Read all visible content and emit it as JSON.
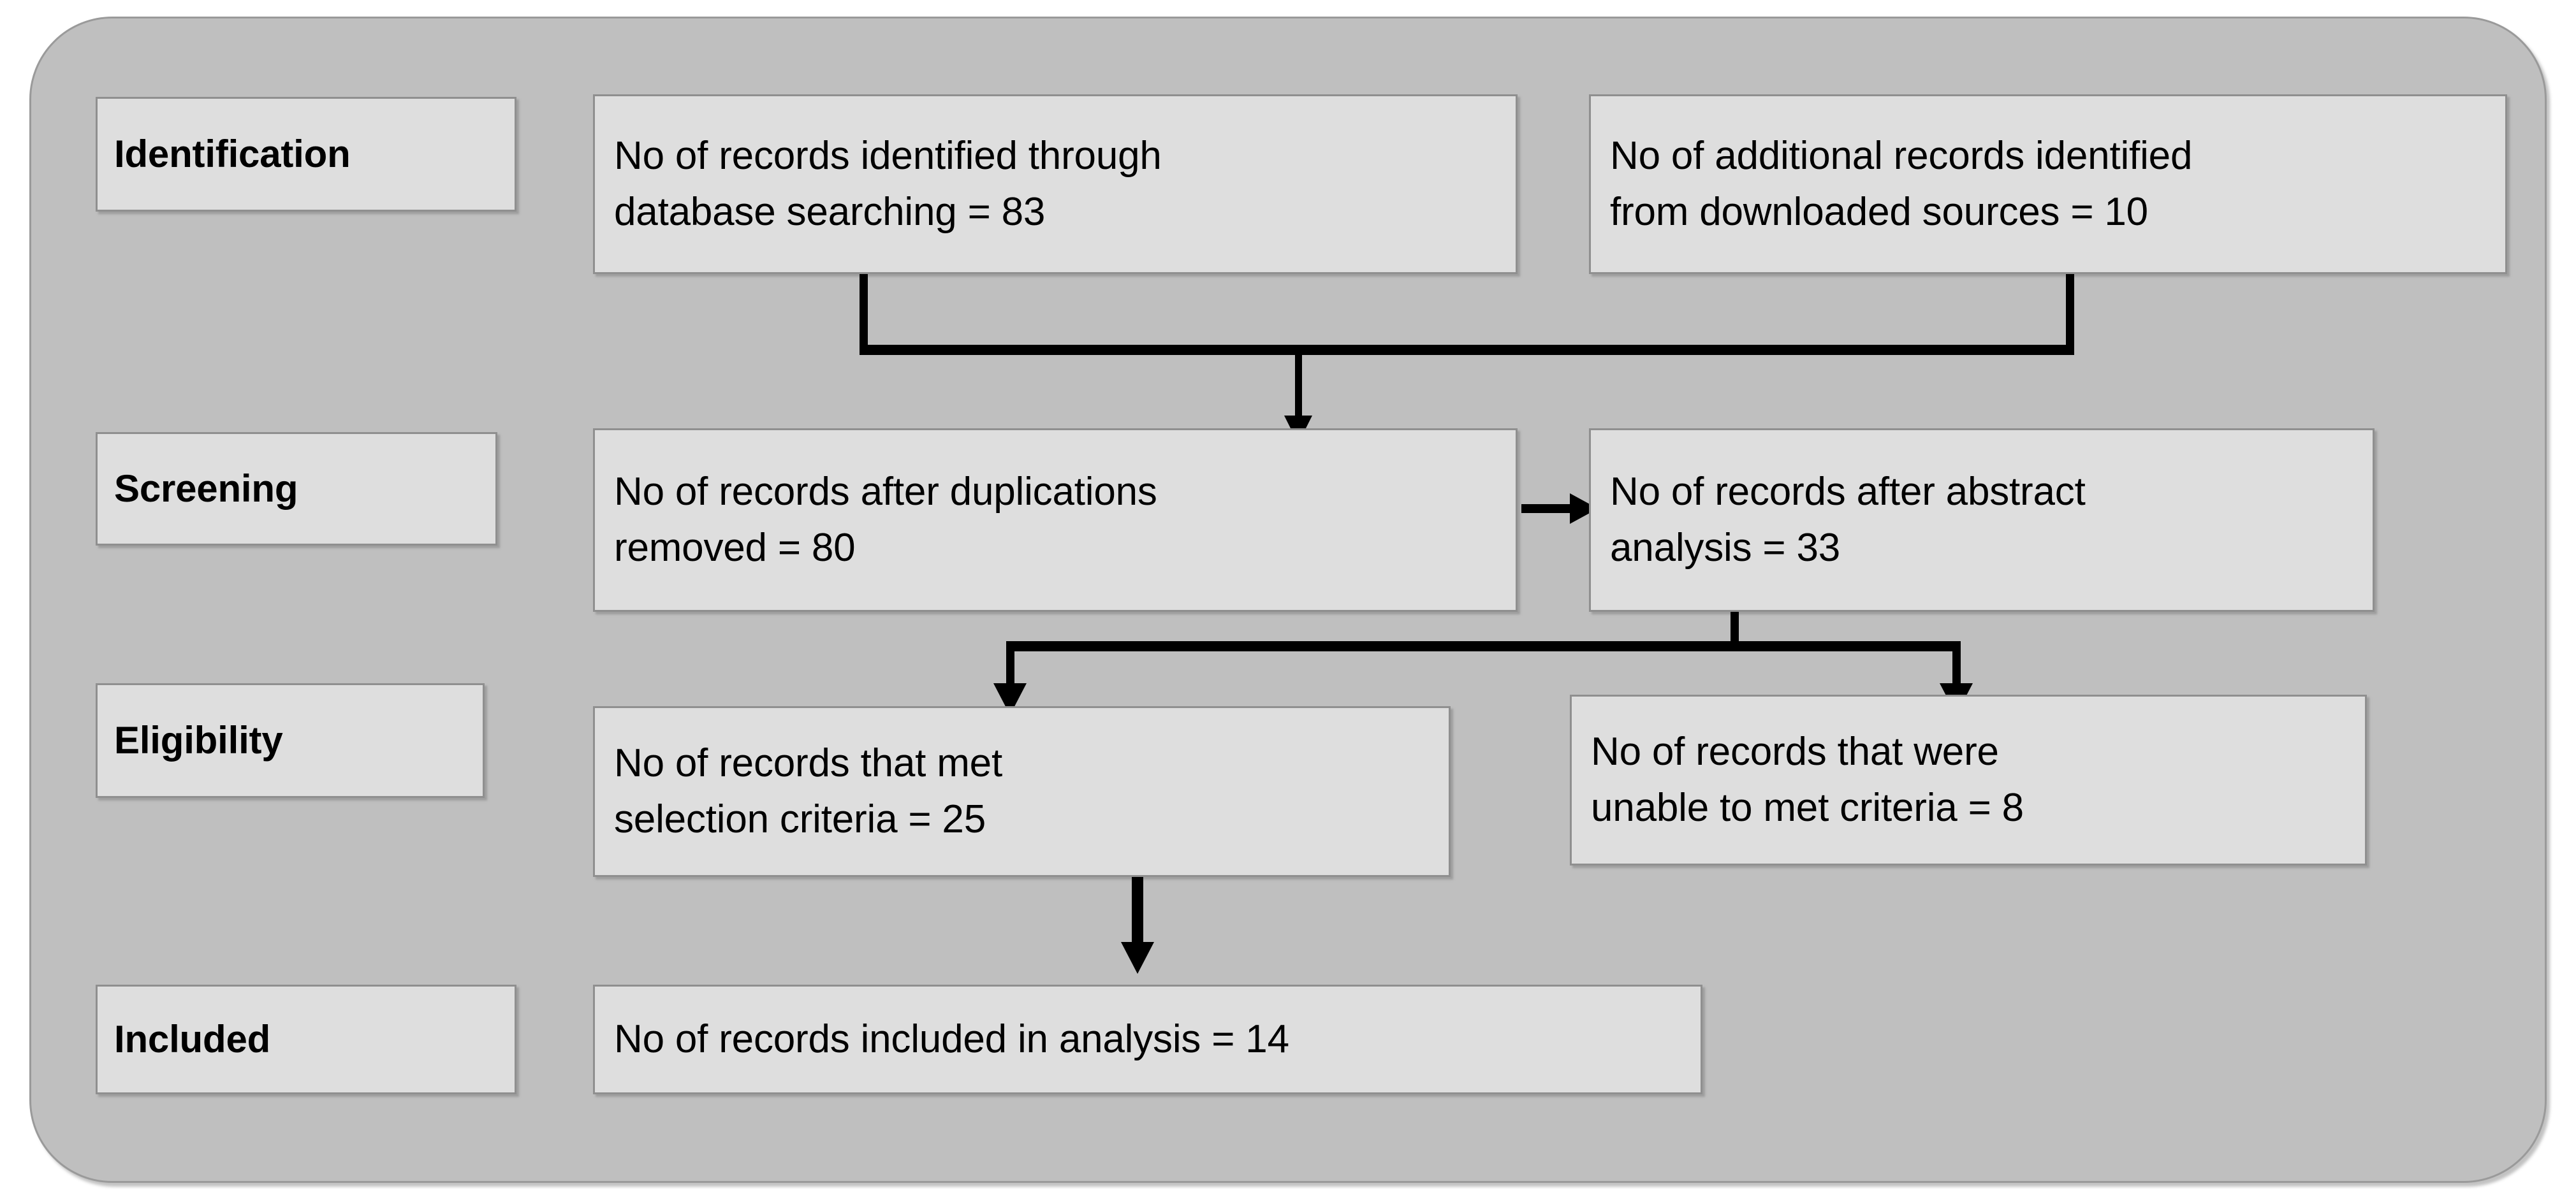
{
  "diagram": {
    "type": "prisma-flow-diagram",
    "title": "PRISMA study selection flow diagram",
    "colors": {
      "panel_background": "#bfbfbf",
      "panel_border": "#9a9a9a",
      "box_background": "#dedede",
      "box_border": "#8f8f8f",
      "connector": "#000000",
      "text": "#000000",
      "page_background": "#ffffff"
    },
    "stages": [
      {
        "id": "identification",
        "label": "Identification"
      },
      {
        "id": "screening",
        "label": "Screening"
      },
      {
        "id": "eligibility",
        "label": "Eligibility"
      },
      {
        "id": "included",
        "label": "Included"
      }
    ],
    "nodes": [
      {
        "id": "records-identified-database",
        "stage": "identification",
        "text": "No of records identified through\ndatabase searching = 83",
        "count": 83
      },
      {
        "id": "additional-records-downloaded",
        "stage": "identification",
        "text": "No of additional records identified\nfrom downloaded sources = 10",
        "count": 10
      },
      {
        "id": "records-after-duplications-removed",
        "stage": "screening",
        "text": "No of records after duplications\nremoved = 80",
        "count": 80
      },
      {
        "id": "records-after-abstract-analysis",
        "stage": "screening",
        "text": "No  of  records  after  abstract\nanalysis = 33",
        "count": 33
      },
      {
        "id": "records-met-selection-criteria",
        "stage": "eligibility",
        "text": "No of records that met\nselection criteria = 25",
        "count": 25
      },
      {
        "id": "records-unable-to-met-criteria",
        "stage": "eligibility",
        "text": "No of records that were\nunable to met criteria = 8",
        "count": 8
      },
      {
        "id": "records-included-in-analysis",
        "stage": "included",
        "text": "No of records included in analysis = 14",
        "count": 14
      }
    ],
    "edges": [
      {
        "id": "merge-identification-to-screening",
        "kind": "merge-down",
        "from": [
          "records-identified-database",
          "additional-records-downloaded"
        ],
        "to": "records-after-duplications-removed"
      },
      {
        "id": "duplications-to-abstract-analysis",
        "kind": "arrow-right",
        "from": "records-after-duplications-removed",
        "to": "records-after-abstract-analysis"
      },
      {
        "id": "split-screening-to-eligibility",
        "kind": "split-down",
        "from": "records-after-abstract-analysis",
        "to": [
          "records-met-selection-criteria",
          "records-unable-to-met-criteria"
        ]
      },
      {
        "id": "eligibility-to-included",
        "kind": "arrow-down",
        "from": "records-met-selection-criteria",
        "to": "records-included-in-analysis"
      }
    ]
  }
}
